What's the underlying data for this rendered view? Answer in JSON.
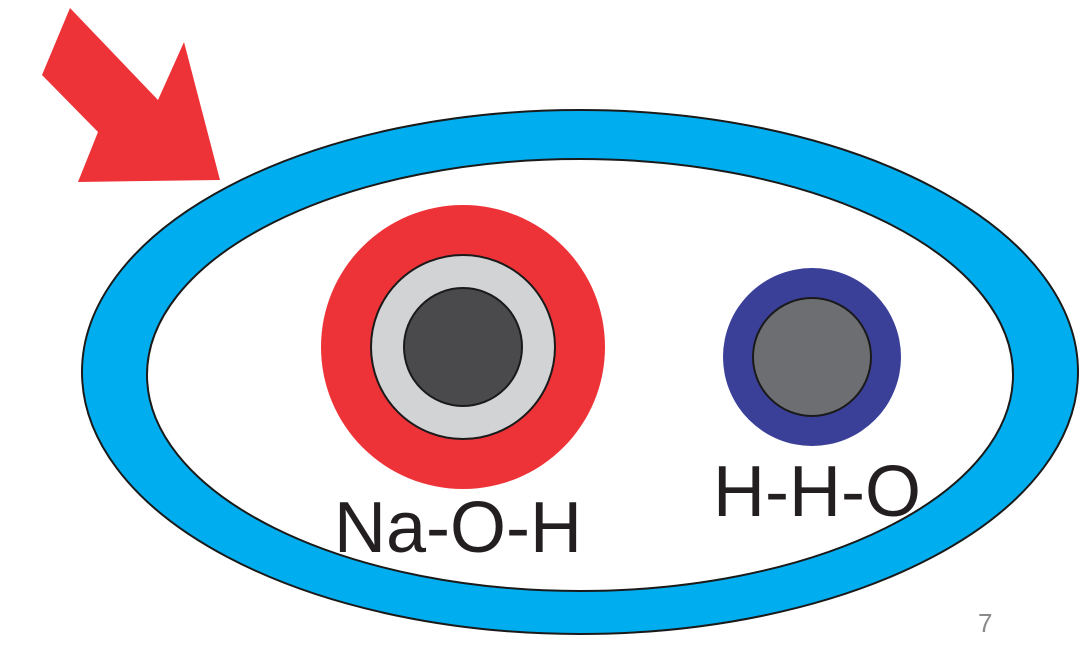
{
  "diagram": {
    "labels": {
      "left_molecule": "Na-O-H",
      "right_molecule": "H-H-O"
    },
    "colors": {
      "background": "#ffffff",
      "outer_ring": "#00aeef",
      "outline": "#1a1a1a",
      "arrow": "#ee3338",
      "naoh_outer_ring": "#ee3338",
      "naoh_middle_ring": "#d1d3d4",
      "naoh_core": "#4a4a4c",
      "water_ring": "#3a3f98",
      "water_core": "#6d6e71",
      "label_text": "#231f20"
    },
    "icons": {
      "pointer": "arrow-icon"
    }
  },
  "slide": {
    "number": "7"
  }
}
